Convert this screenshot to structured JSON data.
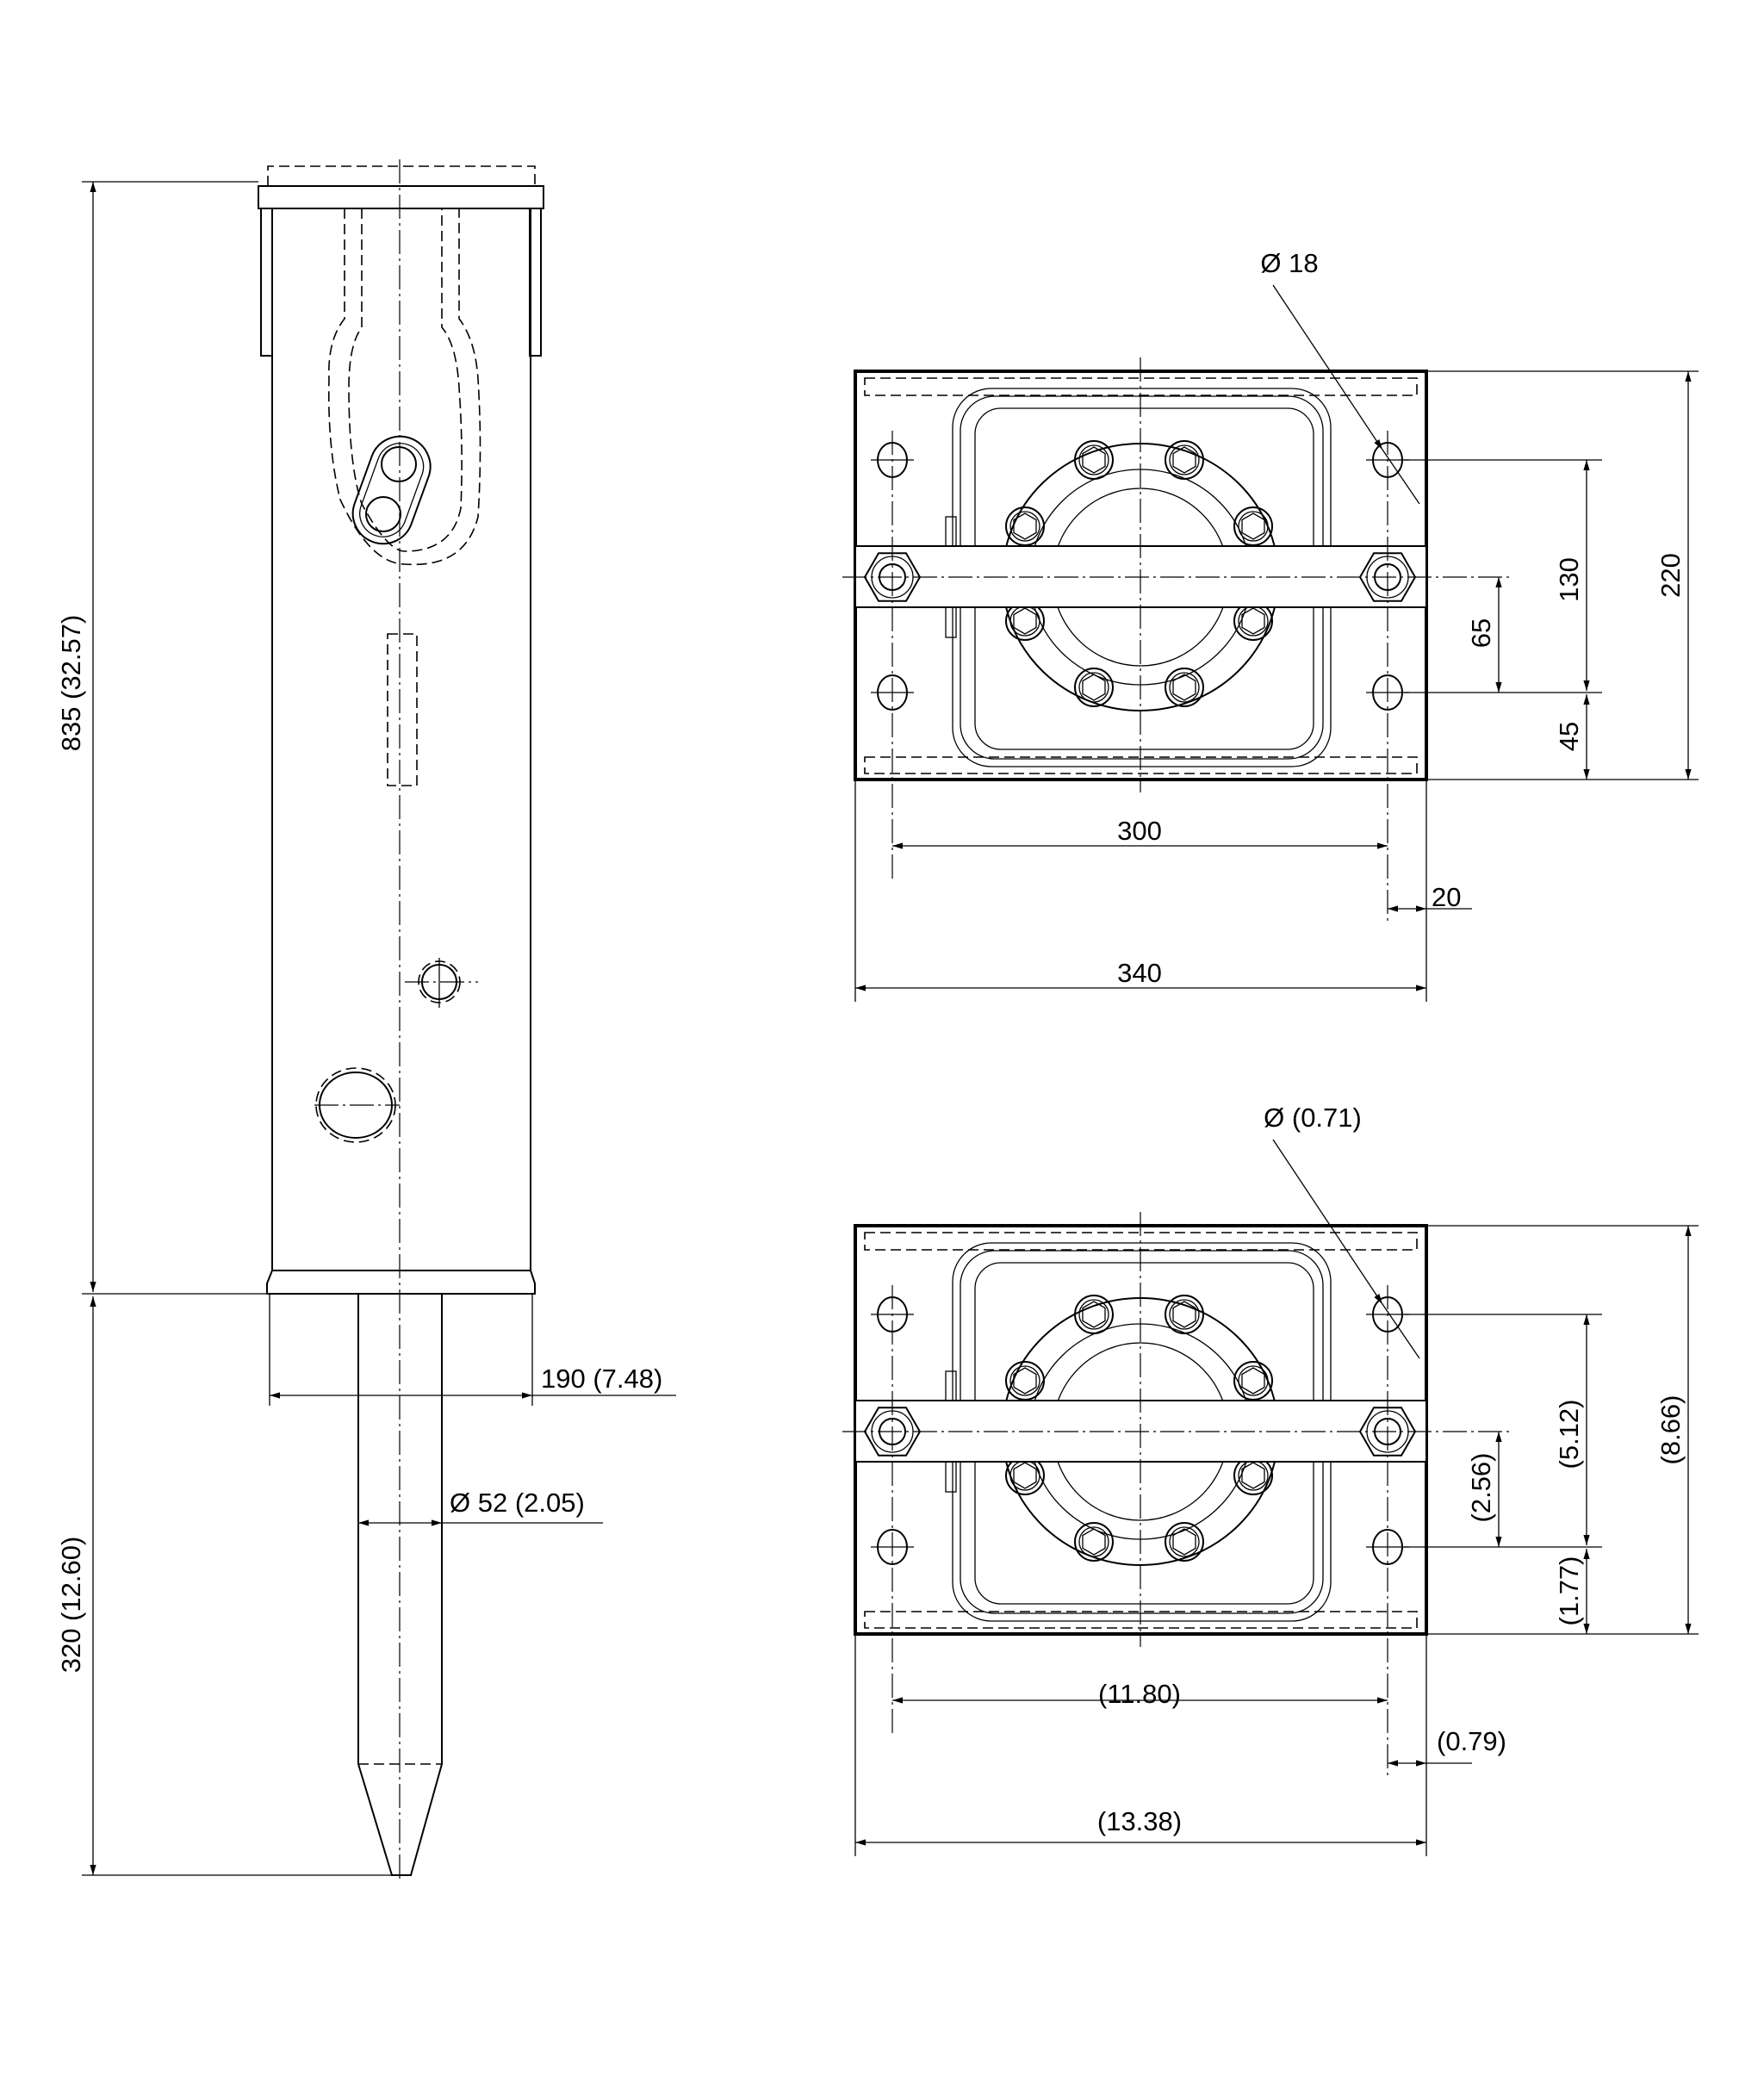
{
  "side_view": {
    "height_body": "835 (32.57)",
    "height_tool": "320 (12.60)",
    "width": "190 (7.48)",
    "tool_diameter": "Ø 52 (2.05)"
  },
  "plan_metric": {
    "hole_diameter": "Ø 18",
    "overall_height": "220",
    "hole_pitch_v": "130",
    "half_pitch": "65",
    "edge_v": "45",
    "hole_pitch_h": "300",
    "edge_h": "20",
    "overall_width": "340"
  },
  "plan_imperial": {
    "hole_diameter": "Ø (0.71)",
    "overall_height": "(8.66)",
    "hole_pitch_v": "(5.12)",
    "half_pitch": "(2.56)",
    "edge_v": "(1.77)",
    "hole_pitch_h": "(11.80)",
    "edge_h": "(0.79)",
    "overall_width": "(13.38)"
  }
}
